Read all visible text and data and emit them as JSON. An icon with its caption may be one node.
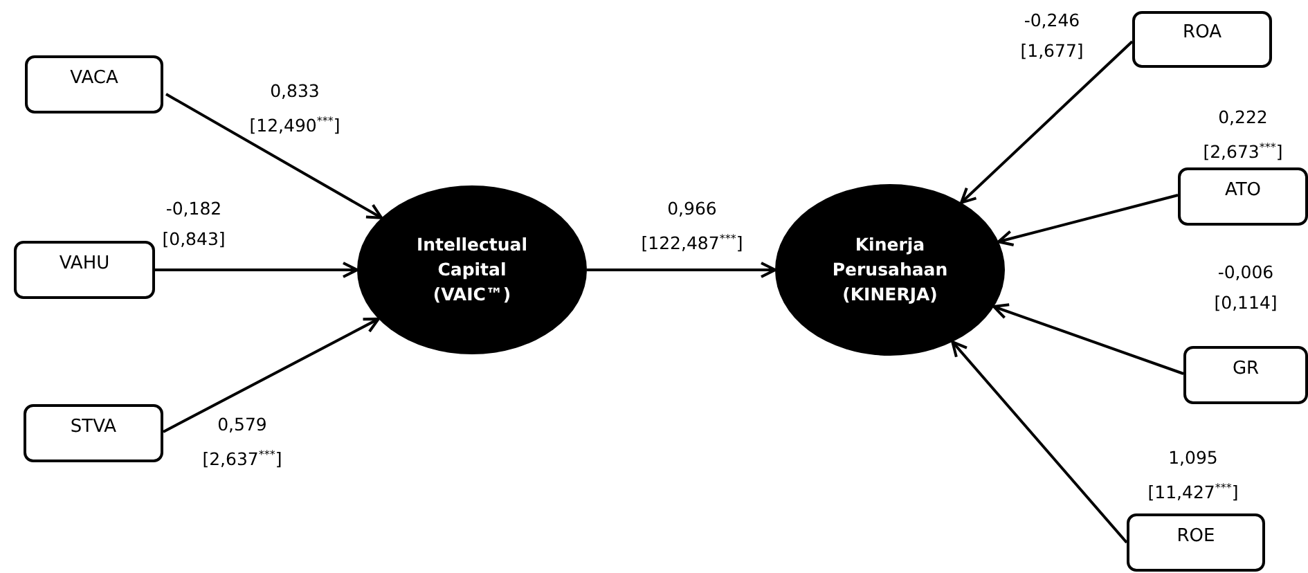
{
  "diagram": {
    "nodes": [
      {
        "text": [
          "VACA"
        ]
      },
      {
        "text": [
          "VAHU"
        ]
      },
      {
        "text": [
          "STVA"
        ]
      },
      {
        "text": [
          "Intellectual Capital (VAIC™)"
        ]
      },
      {
        "text": [
          "Kinerja Perusahaan (KINERJA)"
        ]
      },
      {
        "text": [
          "ROA"
        ]
      },
      {
        "text": [
          "ATO"
        ]
      },
      {
        "text": [
          "GR"
        ]
      },
      {
        "text": [
          "ROE"
        ]
      }
    ],
    "edges": [
      {
        "from": 0,
        "to": 3,
        "arrow": "to",
        "label": "0,833 [12,490$^{***}$]"
      },
      {
        "from": 1,
        "to": 3,
        "arrow": "to",
        "label": "-0,182 [0,843]"
      },
      {
        "from": 2,
        "to": 3,
        "arrow": "to",
        "label": "0,579 [2,637$^{***}$]"
      },
      {
        "from": 3,
        "to": 4,
        "arrow": "to",
        "label": "0,966 [122,487$^{***}$]"
      },
      {
        "from": 5,
        "to": 4,
        "arrow": "to",
        "label": "-0,246 [1,677]"
      },
      {
        "from": 6,
        "to": 4,
        "arrow": "to",
        "label": "0,222 [2,673$^{***}$]"
      },
      {
        "from": 7,
        "to": 4,
        "arrow": "to",
        "label": "-0,006 [0,114]"
      },
      {
        "from": 8,
        "to": 4,
        "arrow": "to",
        "label": "1,095 [11,427$^{***}$]"
      }
    ]
  }
}
